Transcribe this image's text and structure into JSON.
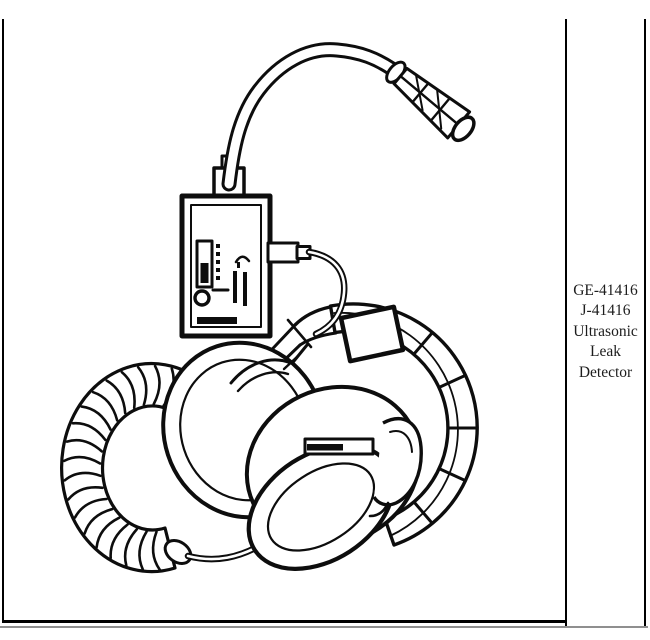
{
  "figure": {
    "caption": {
      "lines": [
        "GE-41416",
        "J-41416",
        "Ultrasonic",
        "Leak",
        "Detector"
      ]
    },
    "illustration_name": "ultrasonic-leak-detector-line-drawing",
    "parts": [
      "gooseneck-probe",
      "probe-tip",
      "control-unit",
      "output-plug",
      "connector-cable",
      "headband",
      "headband-pad",
      "ear-cup-back",
      "ear-cup-front",
      "ear-cushion",
      "slider-bar",
      "yoke",
      "coiled-cord"
    ]
  },
  "colors": {
    "line": "#0d0d0d",
    "background": "#ffffff",
    "border": "#000000",
    "border_shadow": "#8f8f8f"
  }
}
